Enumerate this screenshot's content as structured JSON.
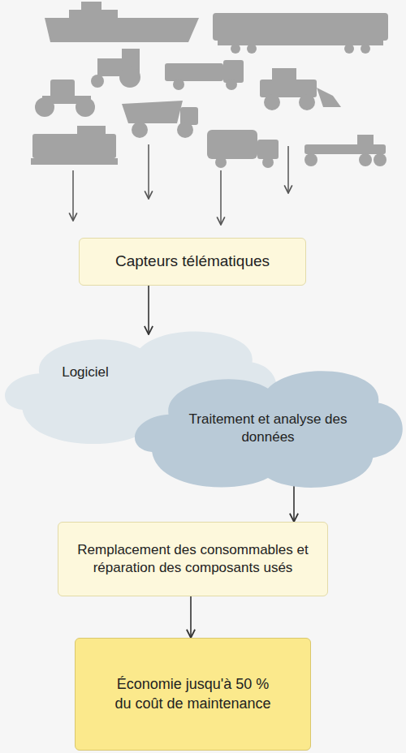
{
  "diagram": {
    "nodes": [
      {
        "text": [
          "Capteurs télématiques"
        ]
      },
      {
        "text": [
          "Logiciel"
        ]
      },
      {
        "text": [
          "Traitement et analyse des données"
        ]
      },
      {
        "text": [
          "Remplacement des consommables et réparation des composants usés"
        ]
      },
      {
        "text": [
          "Économie jusqu'à 50 % du coût de maintenance"
        ]
      }
    ],
    "edges": [
      {
        "from": 0,
        "to": 1,
        "arrow": "to"
      },
      {
        "from": 2,
        "to": 3,
        "arrow": "to"
      },
      {
        "from": 3,
        "to": 4,
        "arrow": "to"
      }
    ]
  }
}
